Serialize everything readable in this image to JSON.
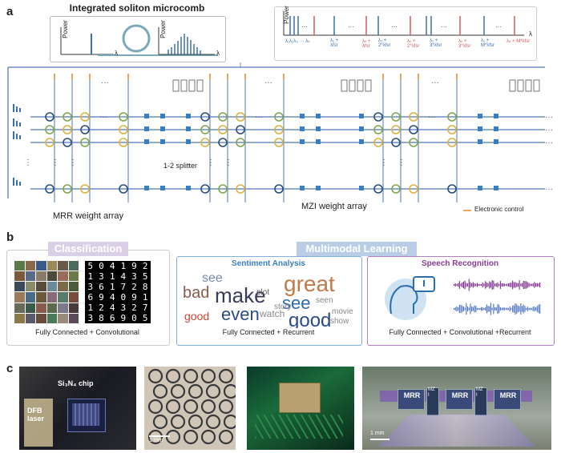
{
  "panel_a": {
    "letter": "a",
    "comb_title": "Integrated soliton microcomb",
    "power_label": "Power",
    "lambda_label": "λ",
    "spectrum_power": "Power",
    "spectrum_lambda": "λ",
    "spectrum_labels": [
      "λ₁λ₂λ₃ ··· λₙ",
      "λ₁ + λfsr",
      "λₙ + λfsr",
      "λ₁ + 2*λfsr",
      "λₙ + 2*λfsr",
      "λ₁ + 3*λfsr",
      "λₙ + 3*λfsr",
      "λ₁ + M*λfsr",
      "λₙ + M*λfsr"
    ],
    "splitter_label": "1-2 splitter",
    "mrr_array_label": "MRR weight array",
    "mzi_array_label": "MZI weight array",
    "legend_label": "Electronic control"
  },
  "panel_b": {
    "letter": "b",
    "classification_title": "Classification",
    "multimodal_title": "Multimodal Learning",
    "sentiment_title": "Sentiment Analysis",
    "speech_title": "Speech Recognition",
    "caption_classification": "Fully Connected + Convolutional",
    "caption_sentiment": "Fully Connected + Recurrent",
    "caption_speech": "Fully Connected + Convolutional +Recurrent",
    "mnist_digits": [
      "5",
      "0",
      "4",
      "1",
      "9",
      "2",
      "1",
      "3",
      "1",
      "4",
      "3",
      "5",
      "3",
      "6",
      "1",
      "7",
      "2",
      "8",
      "6",
      "9",
      "4",
      "0",
      "9",
      "1",
      "1",
      "2",
      "4",
      "3",
      "2",
      "7",
      "3",
      "8",
      "6",
      "9",
      "0",
      "5"
    ],
    "words": [
      "see",
      "bad",
      "make",
      "even",
      "good",
      "great",
      "see",
      "good",
      "plot",
      "story",
      "watch",
      "show",
      "seen",
      "movie"
    ]
  },
  "panel_c": {
    "letter": "c",
    "chip_label": "Si₃N₄ chip",
    "dfb_label": "DFB laser",
    "scale_1": "1 mm",
    "scale_2": "1 mm",
    "mrr_labels": [
      "MRR",
      "MRR",
      "MRR"
    ],
    "mzi_labels": [
      "MZI",
      "MZI"
    ]
  }
}
